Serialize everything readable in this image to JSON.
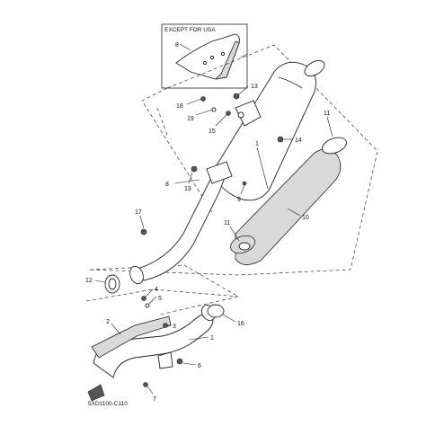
{
  "inset": {
    "title": "EXCEPT FOR USA"
  },
  "diagram_code": "5XD1100-C110",
  "callouts": [
    {
      "id": "c8a",
      "label": "8"
    },
    {
      "id": "c13a",
      "label": "13"
    },
    {
      "id": "c18",
      "label": "18"
    },
    {
      "id": "c19",
      "label": "19"
    },
    {
      "id": "c15",
      "label": "15"
    },
    {
      "id": "c11a",
      "label": "11"
    },
    {
      "id": "c14",
      "label": "14"
    },
    {
      "id": "c1a",
      "label": "1"
    },
    {
      "id": "c8b",
      "label": "8"
    },
    {
      "id": "c13b",
      "label": "13"
    },
    {
      "id": "c9",
      "label": "9"
    },
    {
      "id": "c17",
      "label": "17"
    },
    {
      "id": "c11b",
      "label": "11"
    },
    {
      "id": "c10",
      "label": "10"
    },
    {
      "id": "c12",
      "label": "12"
    },
    {
      "id": "c4",
      "label": "4"
    },
    {
      "id": "c5",
      "label": "5"
    },
    {
      "id": "c3",
      "label": "3"
    },
    {
      "id": "c2",
      "label": "2"
    },
    {
      "id": "c16",
      "label": "16"
    },
    {
      "id": "c1b",
      "label": "1"
    },
    {
      "id": "c6",
      "label": "6"
    },
    {
      "id": "c7",
      "label": "7"
    }
  ]
}
